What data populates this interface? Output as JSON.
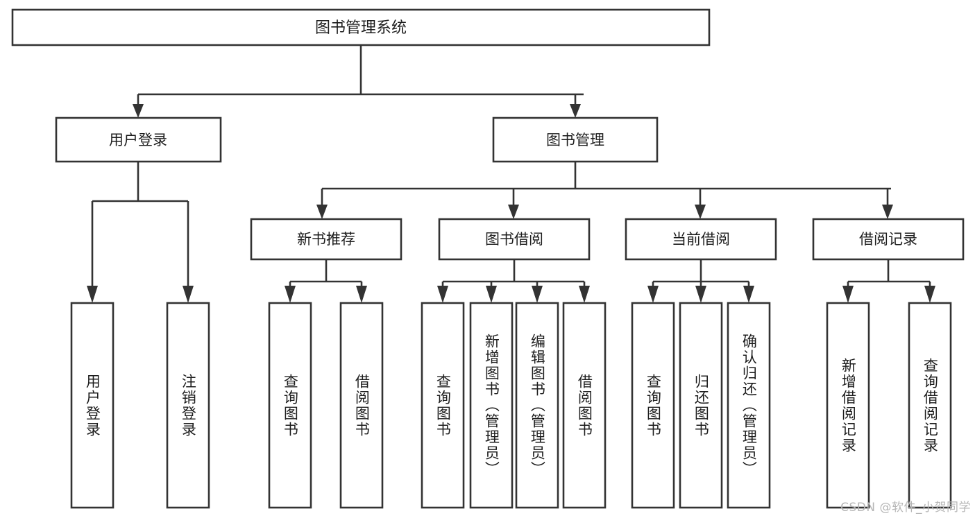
{
  "diagram": {
    "type": "tree",
    "title": "图书管理系统",
    "watermark": "CSDN @软件_小贺同学",
    "colors": {
      "stroke": "#333333",
      "fill": "#ffffff",
      "text": "#1d1d1d",
      "watermark": "#b6b6b6"
    },
    "root": {
      "label": "图书管理系统",
      "orientation": "horizontal"
    },
    "level2": [
      {
        "label": "用户登录",
        "orientation": "horizontal"
      },
      {
        "label": "图书管理",
        "orientation": "horizontal"
      }
    ],
    "level3": [
      {
        "label": "新书推荐",
        "orientation": "horizontal",
        "parent": "图书管理"
      },
      {
        "label": "图书借阅",
        "orientation": "horizontal",
        "parent": "图书管理"
      },
      {
        "label": "当前借阅",
        "orientation": "horizontal",
        "parent": "图书管理"
      },
      {
        "label": "借阅记录",
        "orientation": "horizontal",
        "parent": "图书管理"
      }
    ],
    "leaves": {
      "user_login": [
        {
          "label": "用户登录",
          "orientation": "vertical"
        },
        {
          "label": "注销登录",
          "orientation": "vertical"
        }
      ],
      "new_book_recommend": [
        {
          "label": "查询图书",
          "orientation": "vertical"
        },
        {
          "label": "借阅图书",
          "orientation": "vertical"
        }
      ],
      "book_borrow": [
        {
          "label": "查询图书",
          "orientation": "vertical"
        },
        {
          "label": "新增图书（管理员）",
          "orientation": "vertical"
        },
        {
          "label": "编辑图书（管理员）",
          "orientation": "vertical"
        },
        {
          "label": "借阅图书",
          "orientation": "vertical"
        }
      ],
      "current_borrow": [
        {
          "label": "查询图书",
          "orientation": "vertical"
        },
        {
          "label": "归还图书",
          "orientation": "vertical"
        },
        {
          "label": "确认归还（管理员）",
          "orientation": "vertical"
        }
      ],
      "borrow_record": [
        {
          "label": "新增借阅记录",
          "orientation": "vertical"
        },
        {
          "label": "查询借阅记录",
          "orientation": "vertical"
        }
      ]
    }
  }
}
